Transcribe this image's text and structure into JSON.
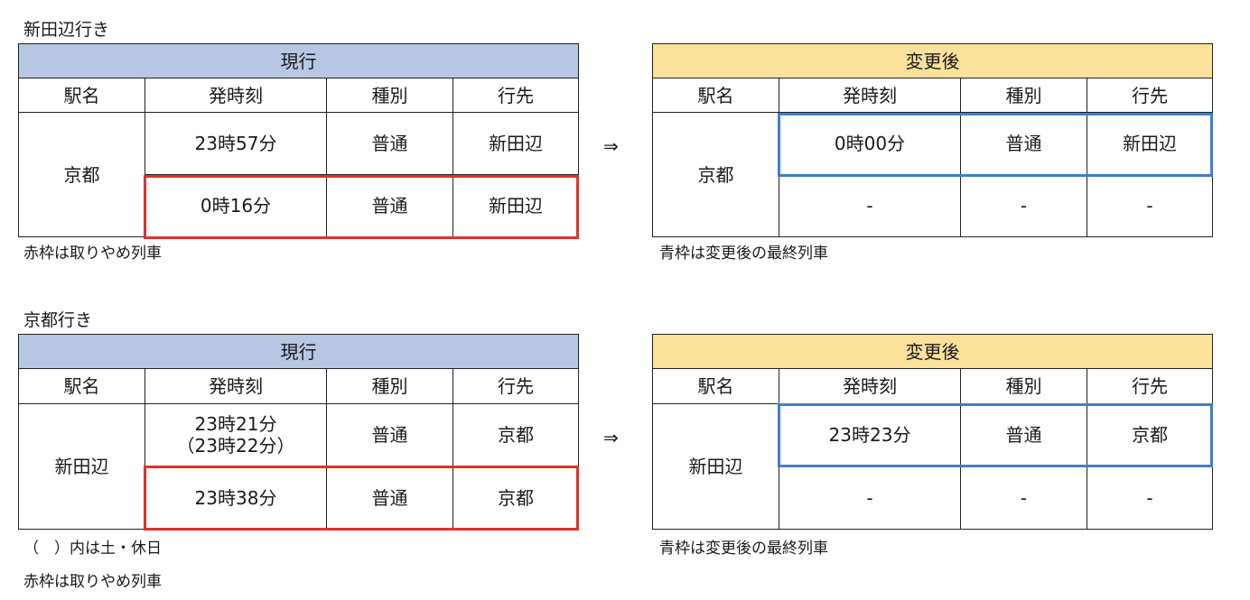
{
  "colors": {
    "current_header_bg": "#b8c7e4",
    "new_header_bg": "#fbe19a",
    "cancelled_frame": "#e0322b",
    "last_train_frame": "#3f7fc8"
  },
  "arrow": "⇒",
  "columns": {
    "station": "駅名",
    "depart": "発時刻",
    "type": "種別",
    "dest": "行先"
  },
  "section1": {
    "title": "新田辺行き",
    "current": {
      "header": "現行",
      "station": "京都",
      "rows": [
        {
          "time": "23時57分",
          "type": "普通",
          "dest": "新田辺"
        },
        {
          "time": "0時16分",
          "type": "普通",
          "dest": "新田辺"
        }
      ],
      "note": "赤枠は取りやめ列車"
    },
    "changed": {
      "header": "変更後",
      "station": "京都",
      "rows": [
        {
          "time": "0時00分",
          "type": "普通",
          "dest": "新田辺"
        },
        {
          "time": "-",
          "type": "-",
          "dest": "-"
        }
      ],
      "note": "青枠は変更後の最終列車"
    }
  },
  "section2": {
    "title": "京都行き",
    "current": {
      "header": "現行",
      "station": "新田辺",
      "rows": [
        {
          "time": "23時21分",
          "time_sub": "（23時22分）",
          "type": "普通",
          "dest": "京都"
        },
        {
          "time": "23時38分",
          "type": "普通",
          "dest": "京都"
        }
      ],
      "note1": "（　）内は土・休日",
      "note2": "赤枠は取りやめ列車"
    },
    "changed": {
      "header": "変更後",
      "station": "新田辺",
      "rows": [
        {
          "time": "23時23分",
          "type": "普通",
          "dest": "京都"
        },
        {
          "time": "-",
          "type": "-",
          "dest": "-"
        }
      ],
      "note": "青枠は変更後の最終列車"
    }
  }
}
